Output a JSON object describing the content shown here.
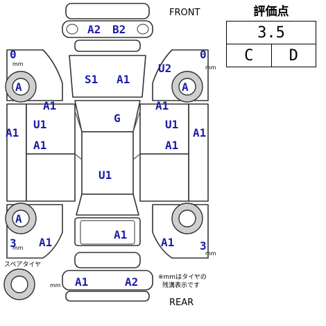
{
  "labels": {
    "front": "FRONT",
    "rear": "REAR",
    "spare_tire": "スペアタイヤ",
    "note_line1": "※mmはタイヤの",
    "note_line2": "残溝表示です",
    "mm": "mm"
  },
  "score": {
    "title": "評価点",
    "overall": "3.5",
    "interior": "C",
    "exterior": "D"
  },
  "tires": {
    "front_left_depth": "0",
    "front_right_depth": "0",
    "rear_left_depth": "3",
    "rear_right_depth": "3",
    "front_left_grade": "A",
    "front_right_grade": "A",
    "rear_left_grade": "A"
  },
  "marks": {
    "front_bumper_left": "A2",
    "front_bumper_right": "B2",
    "hood_left": "S1",
    "hood_right": "A1",
    "front_right_fender_top": "U2",
    "left_pillar": "A1",
    "right_pillar": "A1",
    "left_fender": "A1",
    "left_front_door": "U1",
    "left_rear_door": "A1",
    "windshield": "G",
    "right_front_door": "U1",
    "right_rear_door": "A1",
    "right_fender": "A1",
    "roof": "U1",
    "trunk": "A1",
    "rear_left_quarter": "A1",
    "rear_right_quarter": "A1",
    "rear_bumper_left": "A1",
    "rear_bumper_right": "A2"
  },
  "colors": {
    "mark": "#1a1aa8",
    "tire": "#cfcfcf"
  }
}
